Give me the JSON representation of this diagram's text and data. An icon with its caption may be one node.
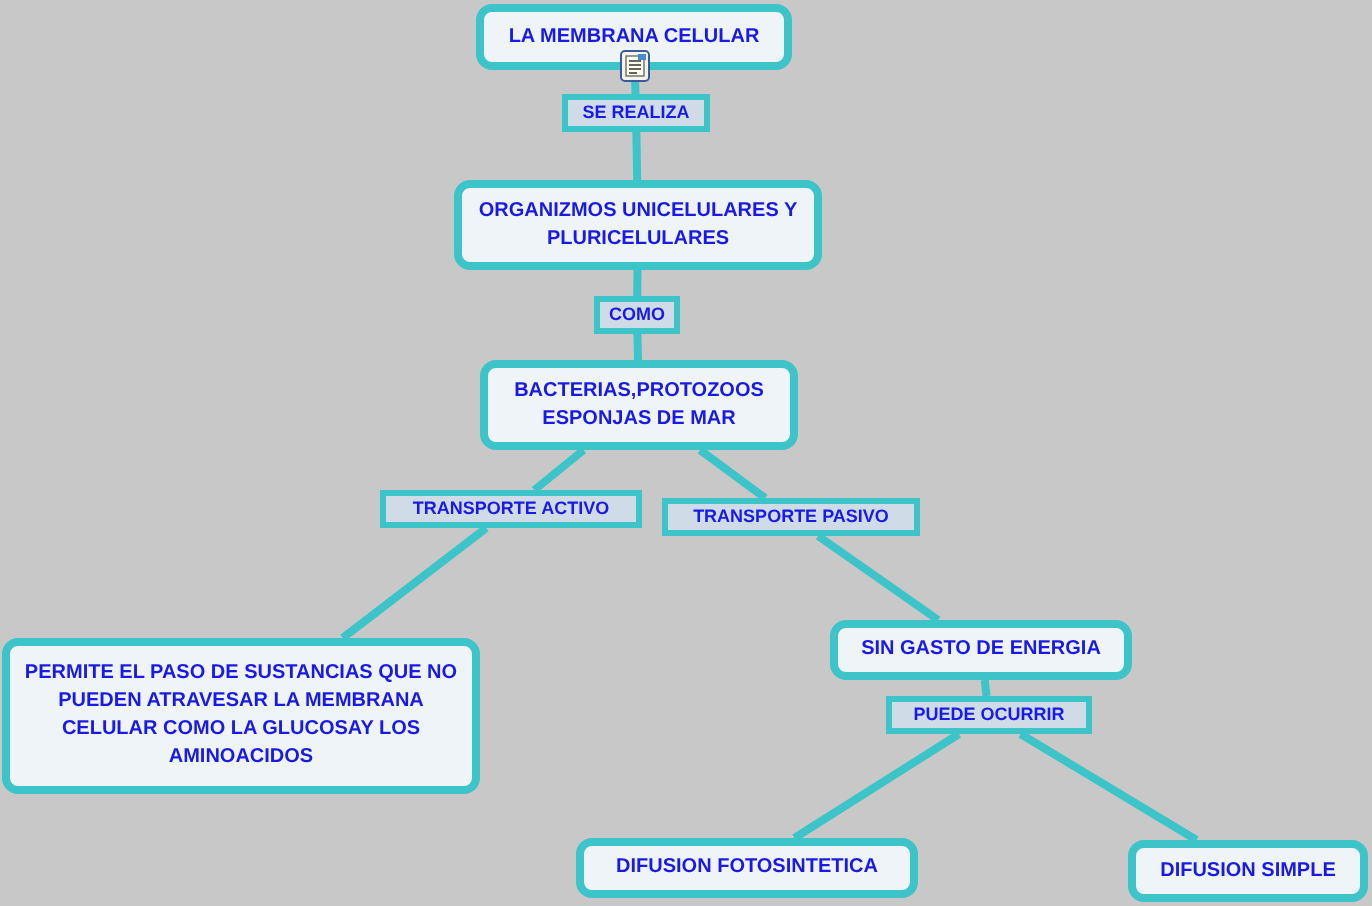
{
  "diagram": {
    "nodes": [
      {
        "text": [
          "LA MEMBRANA CELULAR"
        ]
      },
      {
        "text": [
          "SE REALIZA"
        ]
      },
      {
        "text": [
          "ORGANIZMOS UNICELULARES Y PLURICELULARES"
        ]
      },
      {
        "text": [
          "COMO"
        ]
      },
      {
        "text": [
          "BACTERIAS,PROTOZOOS ESPONJAS DE MAR"
        ]
      },
      {
        "text": [
          "TRANSPORTE ACTIVO"
        ]
      },
      {
        "text": [
          "TRANSPORTE PASIVO"
        ]
      },
      {
        "text": [
          "PERMITE EL PASO DE SUSTANCIAS QUE NO PUEDEN ATRAVESAR LA MEMBRANA CELULAR COMO LA GLUCOSAY LOS AMINOACIDOS"
        ]
      },
      {
        "text": [
          "SIN GASTO DE ENERGIA"
        ]
      },
      {
        "text": [
          "PUEDE OCURRIR"
        ]
      },
      {
        "text": [
          "DIFUSION FOTOSINTETICA"
        ]
      },
      {
        "text": [
          "DIFUSION SIMPLE"
        ]
      }
    ],
    "edges": [
      {
        "from": 0,
        "to": 1,
        "arrow": "none"
      },
      {
        "from": 1,
        "to": 2,
        "arrow": "none"
      },
      {
        "from": 2,
        "to": 3,
        "arrow": "none"
      },
      {
        "from": 3,
        "to": 4,
        "arrow": "none"
      },
      {
        "from": 4,
        "to": 5,
        "arrow": "none"
      },
      {
        "from": 4,
        "to": 6,
        "arrow": "none"
      },
      {
        "from": 5,
        "to": 7,
        "arrow": "none"
      },
      {
        "from": 6,
        "to": 8,
        "arrow": "none"
      },
      {
        "from": 8,
        "to": 9,
        "arrow": "none"
      },
      {
        "from": 9,
        "to": 10,
        "arrow": "none"
      },
      {
        "from": 9,
        "to": 11,
        "arrow": "none"
      }
    ]
  }
}
